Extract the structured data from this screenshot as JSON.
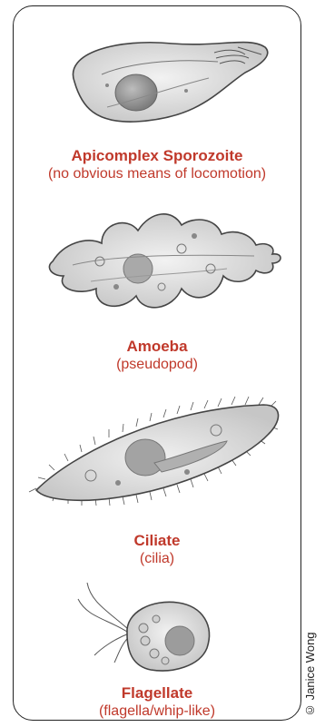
{
  "organisms": [
    {
      "name": "Apicomplex Sporozoite",
      "description": "(no obvious means of locomotion)"
    },
    {
      "name": "Amoeba",
      "description": "(pseudopod)"
    },
    {
      "name": "Ciliate",
      "description": "(cilia)"
    },
    {
      "name": "Flagellate",
      "description": "(flagella/whip-like)"
    }
  ],
  "credit": "© Janice Wong",
  "colors": {
    "caption": "#c0392b",
    "border": "#222222",
    "cell_fill": "#e4e4e4",
    "nucleus": "#9a9a9a"
  }
}
